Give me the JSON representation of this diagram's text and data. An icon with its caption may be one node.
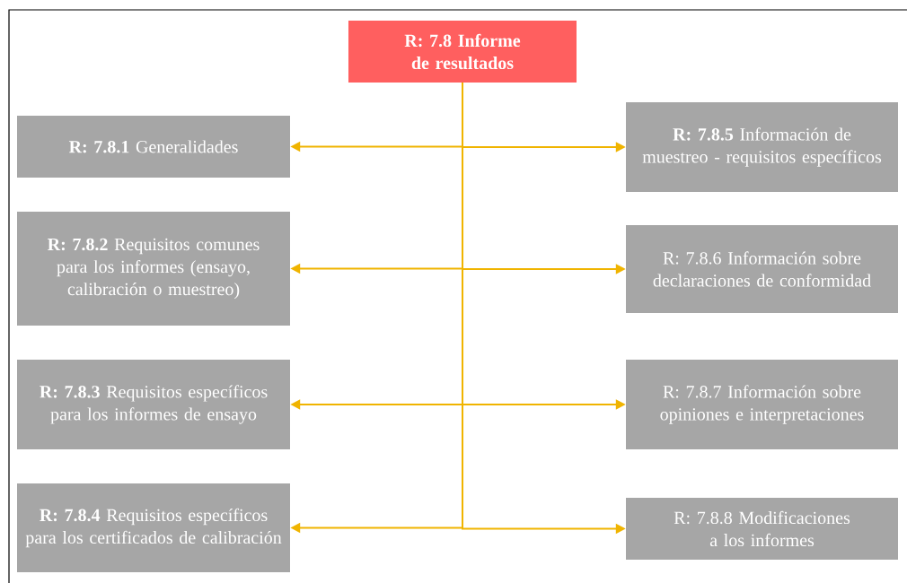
{
  "diagram": {
    "nodes": [
      {
        "text": [
          "R: 7.8 Informe de resultados"
        ]
      },
      {
        "text": [
          "**R: 7.8.1** Generalidades"
        ]
      },
      {
        "text": [
          "**R: 7.8.2** Requisitos comunes para los informes (ensayo, calibración o muestreo)"
        ]
      },
      {
        "text": [
          "**R: 7.8.3** Requisitos específicos para los informes de ensayo"
        ]
      },
      {
        "text": [
          "**R: 7.8.4** Requisitos específicos para los certificados de calibración"
        ]
      },
      {
        "text": [
          "**R: 7.8.5** Información de muestreo - requisitos específicos"
        ]
      },
      {
        "text": [
          "R: 7.8.6 Información sobre declaraciones de conformidad"
        ]
      },
      {
        "text": [
          "R: 7.8.7 Información sobre opiniones e interpretaciones"
        ]
      },
      {
        "text": [
          "R: 7.8.8 Modificaciones a los informes"
        ]
      }
    ],
    "edges": [
      {
        "from": 0,
        "to": 1,
        "arrow": "to"
      },
      {
        "from": 0,
        "to": 5,
        "arrow": "to"
      },
      {
        "from": 0,
        "to": 2,
        "arrow": "to"
      },
      {
        "from": 0,
        "to": 6,
        "arrow": "to"
      },
      {
        "from": 0,
        "to": 3,
        "arrow": "to"
      },
      {
        "from": 0,
        "to": 7,
        "arrow": "to"
      },
      {
        "from": 0,
        "to": 4,
        "arrow": "to"
      },
      {
        "from": 0,
        "to": 8,
        "arrow": "to"
      }
    ]
  }
}
